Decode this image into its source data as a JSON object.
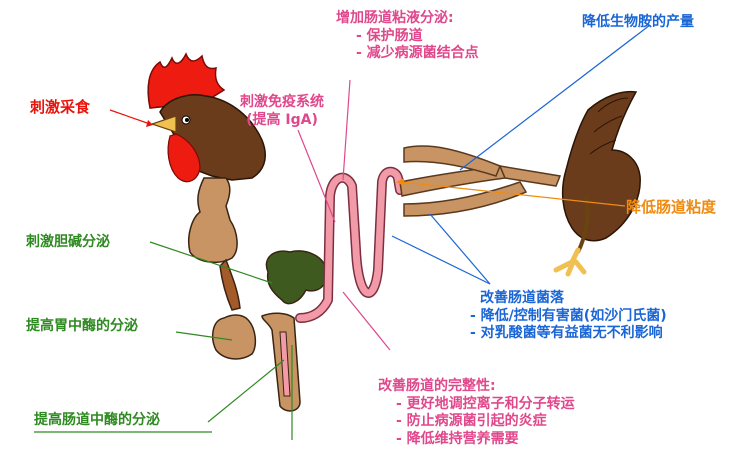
{
  "labels": {
    "stimulate_feeding": "刺激采食",
    "increase_mucus": {
      "title": "增加肠道粘液分泌:",
      "items": [
        "- 保护肠道",
        "- 减少病源菌结合点"
      ]
    },
    "reduce_amines": "降低生物胺的产量",
    "stimulate_immune": {
      "line1": "刺激免疫系统",
      "line2": "(提高 IgA)"
    },
    "reduce_viscosity": "降低肠道粘度",
    "stimulate_choline": "刺激胆碱分泌",
    "improve_flora": {
      "title": "改善肠道菌落",
      "items": [
        "- 降低/控制有害菌(如沙门氏菌)",
        "- 对乳酸菌等有益菌无不利影响"
      ]
    },
    "gastric_enzyme": "提高胃中酶的分泌",
    "intestinal_integrity": {
      "title": "改善肠道的完整性:",
      "items": [
        "- 更好地调控离子和分子转运",
        "- 防止病源菌引起的炎症",
        "- 降低维持营养需要"
      ]
    },
    "intestinal_enzyme": "提高肠道中酶的分泌"
  },
  "colors": {
    "red": "#e8140c",
    "pink": "#e0488c",
    "green": "#2f8a22",
    "blue": "#1a66d6",
    "orange": "#f08b10",
    "organ": "#c99464",
    "intestine": "#f29aa8",
    "chicken_brown": "#6b3c1c",
    "comb": "#ee1c10"
  }
}
